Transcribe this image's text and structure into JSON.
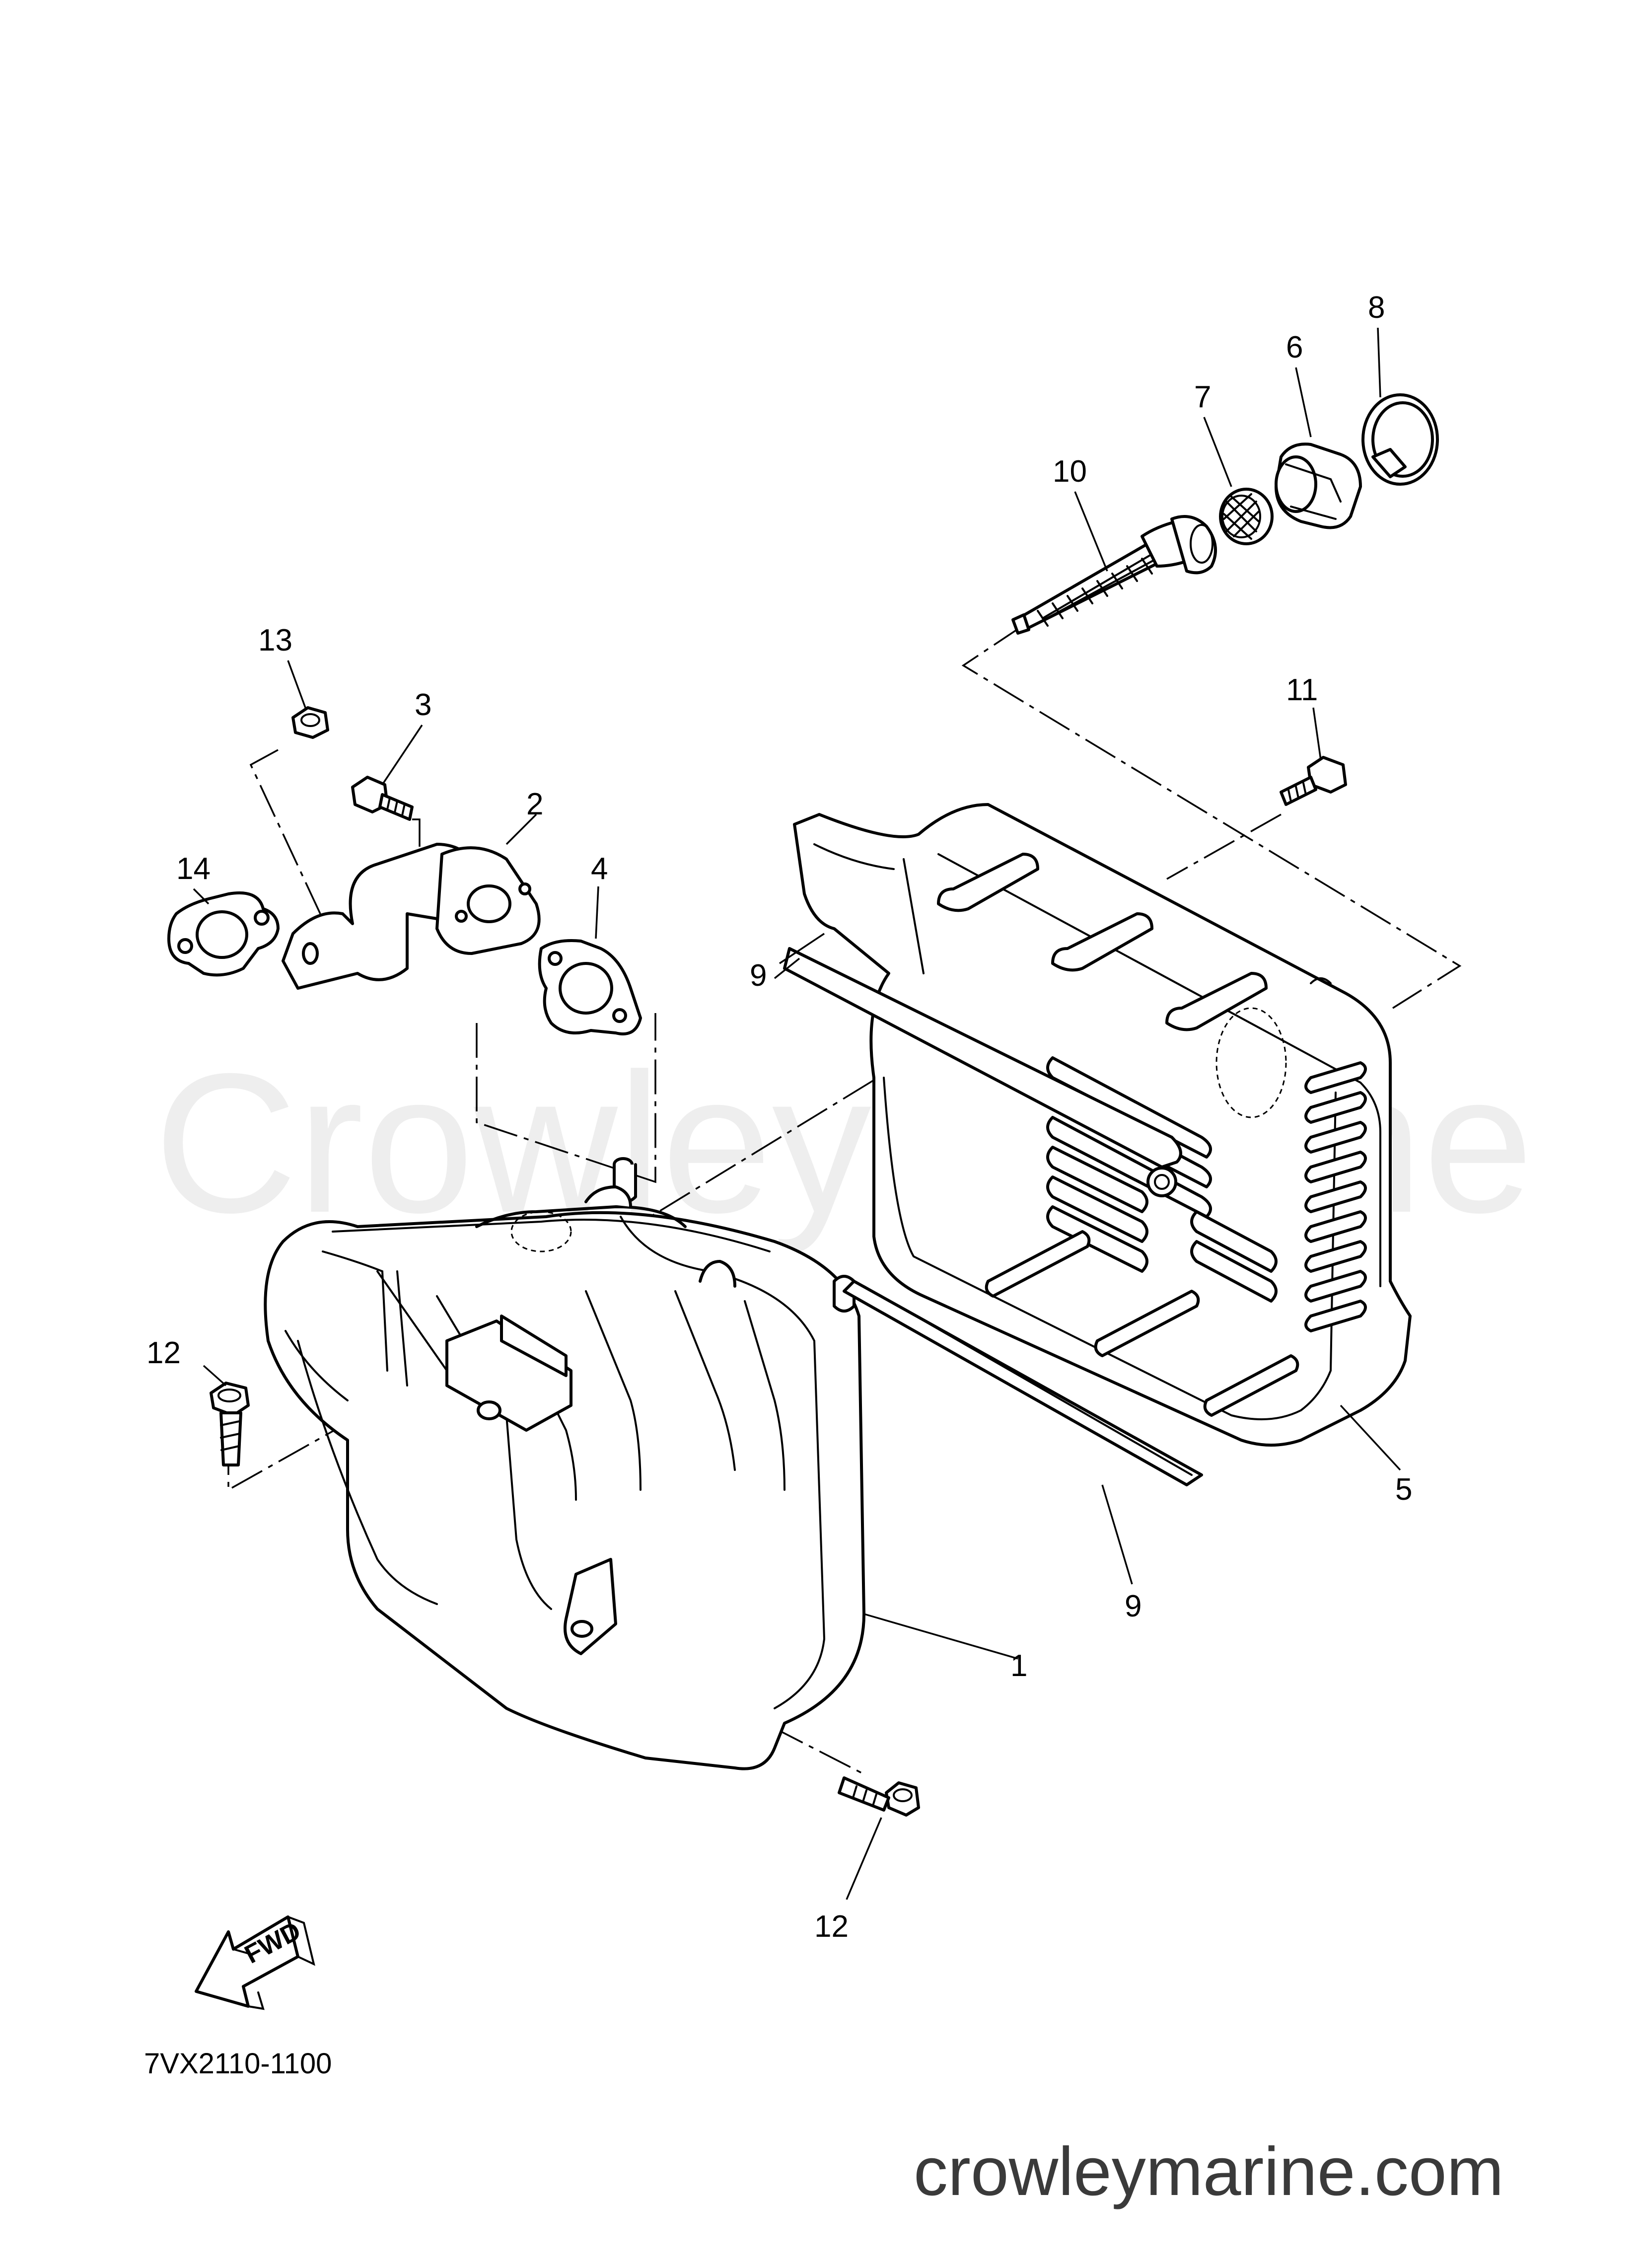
{
  "watermark": "Crowley Marine",
  "callouts": {
    "c1": "1",
    "c2": "2",
    "c3": "3",
    "c4": "4",
    "c5": "5",
    "c6": "6",
    "c7": "7",
    "c8": "8",
    "c9a": "9",
    "c9b": "9",
    "c10": "10",
    "c11": "11",
    "c12a": "12",
    "c12b": "12",
    "c13": "13",
    "c14": "14"
  },
  "fwd_label": "FWD",
  "diagram_code": "7VX2110-1100",
  "site_url": "crowleymarine.com"
}
